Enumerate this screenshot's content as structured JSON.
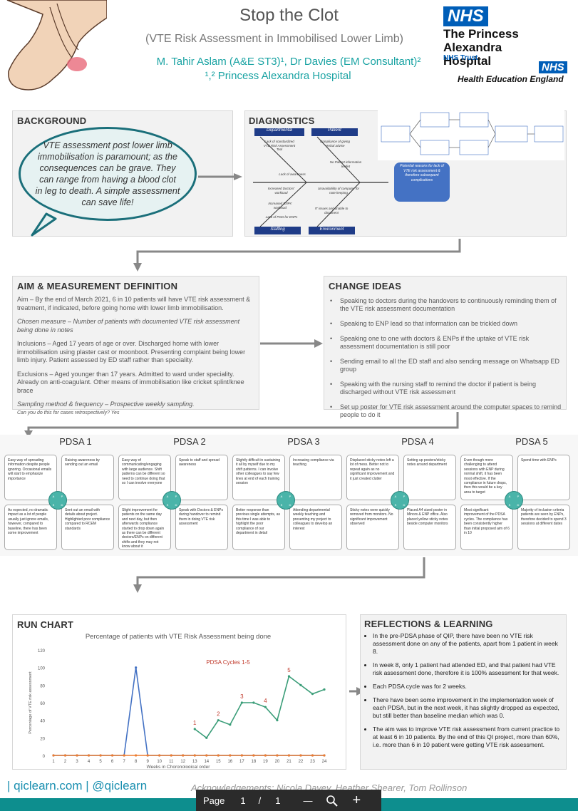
{
  "header": {
    "title": "Stop the Clot",
    "subtitle": "(VTE Risk Assessment in Immobilised Lower Limb)",
    "authors": "M. Tahir Aslam (A&E ST3)¹, Dr Davies (EM Consultant)²",
    "hospital": "¹,² Princess Alexandra Hospital",
    "nhs_logo": "NHS",
    "hospital_name_line1": "The Princess Alexandra",
    "hospital_name_line2": "Hospital",
    "trust": "NHS Trust",
    "hee_logo": "NHS",
    "hee": "Health Education England"
  },
  "background": {
    "title": "BACKGROUND",
    "text": "VTE assessment post lower limb immobilisation is paramount; as the consequences can be grave. They can range from having a blood clot in leg to death. A simple assessment can save life!"
  },
  "diagnostics": {
    "title": "DIAGNOSTICS",
    "cat_departmental": "Departmental",
    "cat_patient": "Patient",
    "cat_staffing": "Staffing",
    "cat_environment": "Environment",
    "cause1": "Lack of standardized VTE Risk Assessment Tool",
    "cause2": "Compliance of giving Verbal advise",
    "cause3": "No Patient information leaflet",
    "cause4": "Lack of awareness",
    "cause5": "Increased Doctors' workload",
    "cause6": "Increased ENPs' workload",
    "cause7": "Lack of PGD for ENPs",
    "cause8": "Unavailability of computer for note keeping",
    "cause9": "IT issues and unable to document",
    "effect": "Potential reasons for lack of VTE risk assessment & therefore subsequent complications"
  },
  "aim": {
    "title": "AIM & MEASUREMENT DEFINITION",
    "aim": "Aim – By the end of March 2021, 6 in 10 patients will have VTE risk assessment & treatment, if indicated, before going home with lower limb immobilisation.",
    "measure": "Chosen measure – Number of patients with documented VTE risk assessment being done in notes",
    "inclusions": "Inclusions – Aged 17 years of age or over. Discharged home with lower immobilisation using plaster cast or moonboot. Presenting complaint being lower limb injury. Patient assessed by ED staff rather than speciality.",
    "exclusions": "Exclusions – Aged younger than 17 years. Admitted to ward under speciality. Already on anti-coagulant. Other means of immobilisation like cricket splint/knee brace",
    "sampling": "Sampling method & frequency – Prospective weekly sampling.",
    "retro": "Can you do this for cases retrospectively? Yes"
  },
  "change": {
    "title": "CHANGE IDEAS",
    "items": [
      "Speaking to doctors during the handovers to continuously reminding them of the VTE risk assessment documentation",
      "Speaking to ENP lead so that information can be trickled down",
      "Speaking one to one with doctors & ENPs if the uptake of VTE risk assessment documentation is still poor",
      "Sending email to all the ED staff and also sending message on Whatsapp ED group",
      "Speaking with the nursing staff to remind the doctor if patient is being discharged without VTE risk assessment",
      "Set up poster for VTE risk assessment around the computer spaces to remind people to do it"
    ]
  },
  "pdsa": [
    {
      "title": "PDSA 1",
      "a": "Easy way of spreading information despite people ignoring. Occasional emails will start to emphasize importance",
      "b": "Raising awareness by sending out an email",
      "c": "As expected, no dramatic impact as a lot of people usually just ignore emails, however, compared to baseline, there has been some improvement",
      "d": "Sent out an email with details about project. Highlighted poor compliance compared to RCEM standards"
    },
    {
      "title": "PDSA 2",
      "a": "Easy way of communicating/engaging with large audience. Shift patterns can be different so need to continue doing that so I can involve everyone",
      "b": "Speak to staff and spread awareness",
      "c": "Slight improvement for patients on the same day and next day, but then afterwards compliance started to drop down again as there can be different doctors/ENPs on different shifts and they may not know about it",
      "d": "Speak with Doctors & ENPs during handover to remind them in doing VTE risk assessment"
    },
    {
      "title": "PDSA 3",
      "a": "Slightly difficult in sustaining it all by myself due to my shift patterns. I can involve other colleagues to say few lines at end of each training session",
      "b": "Increasing compliance via teaching",
      "c": "Better response than previous single attempts, as this time I was able to highlight the poor compliance of our department in detail",
      "d": "Attending departmental weekly teaching and presenting my project to colleagues to develop an interest"
    },
    {
      "title": "PDSA 4",
      "a": "Displaced sticky notes left a lot of mess. Better not to repeat again as no significant improvement and it just created clutter",
      "b": "Setting up posters/sticky notes around department",
      "c": "Sticky notes were quickly removed from monitors. No significant improvement observed",
      "d": "Placed A4 sized poster in Minors & ENP office. Also placed yellow sticky notes beside computer monitors"
    },
    {
      "title": "PDSA 5",
      "a": "Even though more challenging to attend sessions with ENP during normal shift, it has been most effective. If the compliance in future drops, then this would be a key area to target",
      "b": "Spend time with ENPs",
      "c": "Most significant improvement of the PDSA cycles. The compliance has been consistently higher than initial proposed aim of 6 in 10",
      "d": "Majority of inclusion criteria patients are seen by ENPs, therefore decided to spend 3 sessions at different dates"
    }
  ],
  "pdsa_letters": [
    "A",
    "P",
    "S",
    "D"
  ],
  "run_chart": {
    "title": "RUN CHART"
  },
  "chart_data": {
    "type": "line",
    "title": "Percentage of patients with VTE Risk Assessment being done",
    "xlabel": "Weeks in Choronological order",
    "ylabel": "Percentage of VTE risk assessment",
    "ylim": [
      0,
      120
    ],
    "yticks": [
      0,
      20,
      40,
      60,
      80,
      100,
      120
    ],
    "x": [
      1,
      2,
      3,
      4,
      5,
      6,
      7,
      8,
      9,
      10,
      11,
      12,
      13,
      14,
      15,
      16,
      17,
      18,
      19,
      20,
      21,
      22,
      23,
      24
    ],
    "annotation": "PDSA Cycles 1-5",
    "series": [
      {
        "values": [
          0,
          0,
          0,
          0,
          0,
          0,
          0,
          100,
          0,
          0,
          0,
          0,
          0,
          0,
          0,
          0,
          0,
          0,
          0,
          0,
          0,
          0,
          0,
          0
        ],
        "color": "#4472c4"
      },
      {
        "values": [
          0,
          0,
          0,
          0,
          0,
          0,
          0,
          0,
          0,
          0,
          0,
          0,
          0,
          0,
          0,
          0,
          0,
          0,
          0,
          0,
          0,
          0,
          0,
          0
        ],
        "color": "#ed7d31"
      },
      {
        "values": [
          null,
          null,
          null,
          null,
          null,
          null,
          null,
          null,
          null,
          null,
          null,
          null,
          30,
          20,
          40,
          35,
          60,
          60,
          55,
          40,
          90,
          80,
          70,
          75
        ],
        "color": "#3a9d78"
      }
    ],
    "cycle_labels": [
      {
        "label": "1",
        "x": 13,
        "y": 30
      },
      {
        "label": "2",
        "x": 15,
        "y": 40
      },
      {
        "label": "3",
        "x": 17,
        "y": 60
      },
      {
        "label": "4",
        "x": 19,
        "y": 55
      },
      {
        "label": "5",
        "x": 21,
        "y": 90
      }
    ]
  },
  "reflections": {
    "title": "REFLECTIONS & LEARNING",
    "items": [
      "In the pre-PDSA phase of QIP, there have been no VTE risk assessment done on any of the patients, apart from 1 patient in week 8.",
      "In week 8, only 1 patient had attended ED, and that patient had VTE risk assessment done, therefore it is 100% assessment for that week.",
      "Each PDSA cycle was for 2 weeks.",
      "There have been some improvement in the implementation week of each PDSA, but in the next week, it has slightly dropped as expected, but still better than baseline median which was 0.",
      "The aim was to improve VTE risk assessment from current practice to at least 6 in 10 patients. By the end of this QI project, more than 60%, i.e. more than 6 in 10 patient were getting VTE risk assessment."
    ]
  },
  "footer": {
    "links": "| qiclearn.com  | @qiclearn",
    "ack": "Acknowledgements: Nicola Davey, Heather Shearer, Tom Rollinson"
  },
  "viewer": {
    "page_label": "Page",
    "page_current": "1",
    "page_sep": "/",
    "page_total": "1",
    "zoom_out": "—",
    "zoom_in": "+"
  }
}
